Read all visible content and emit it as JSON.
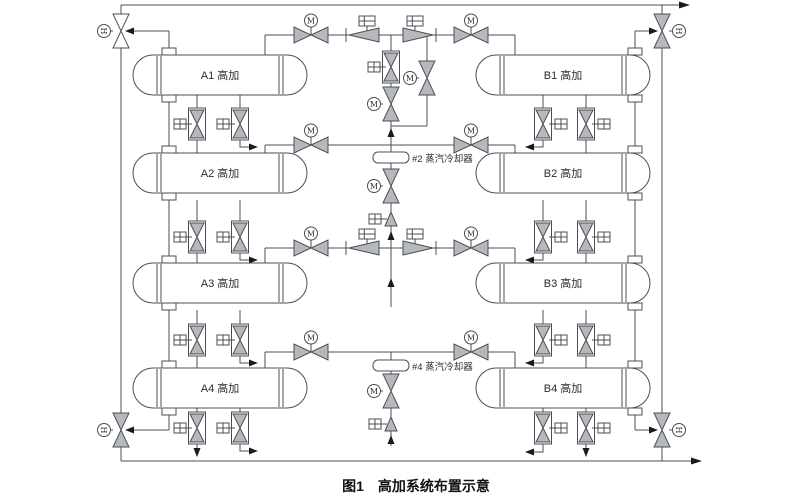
{
  "figure": {
    "caption_prefix": "图1",
    "caption_title": "高加系统布置示意"
  },
  "diagram": {
    "vessels": [
      {
        "id": "A1",
        "label": "A1 高加"
      },
      {
        "id": "A2",
        "label": "A2 高加"
      },
      {
        "id": "A3",
        "label": "A3 高加"
      },
      {
        "id": "A4",
        "label": "A4 高加"
      },
      {
        "id": "B1",
        "label": "B1 高加"
      },
      {
        "id": "B2",
        "label": "B2 高加"
      },
      {
        "id": "B3",
        "label": "B3 高加"
      },
      {
        "id": "B4",
        "label": "B4 高加"
      }
    ],
    "coolers": [
      {
        "id": "2",
        "label": "#2 蒸汽冷却器"
      },
      {
        "id": "4",
        "label": "#4 蒸汽冷却器"
      }
    ],
    "letters": {
      "motor": "M",
      "hand": "H"
    },
    "colors": {
      "line": "#4b4f54",
      "valve_fill": "#b5b9bd",
      "background": "#ffffff"
    }
  }
}
